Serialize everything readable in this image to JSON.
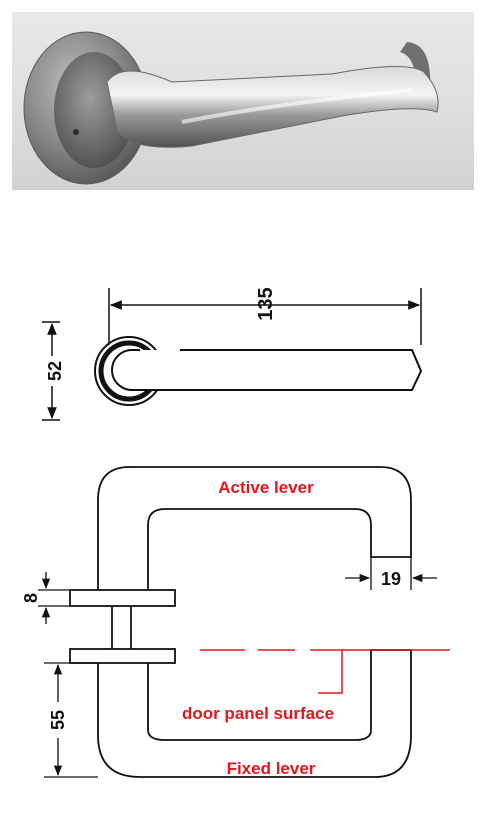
{
  "dimensions": {
    "overall_length": "135",
    "rose_diameter": "52",
    "lever_width": "19",
    "rose_thickness": "8",
    "lever_height": "55"
  },
  "labels": {
    "active_lever": "Active lever",
    "door_panel_surface": "door panel surface",
    "fixed_lever": "Fixed lever"
  },
  "colors": {
    "annotation_red": "#e8141b",
    "line_black": "#111111",
    "photo_background": "#e0e0e0",
    "steel": "#8c8c8c"
  }
}
